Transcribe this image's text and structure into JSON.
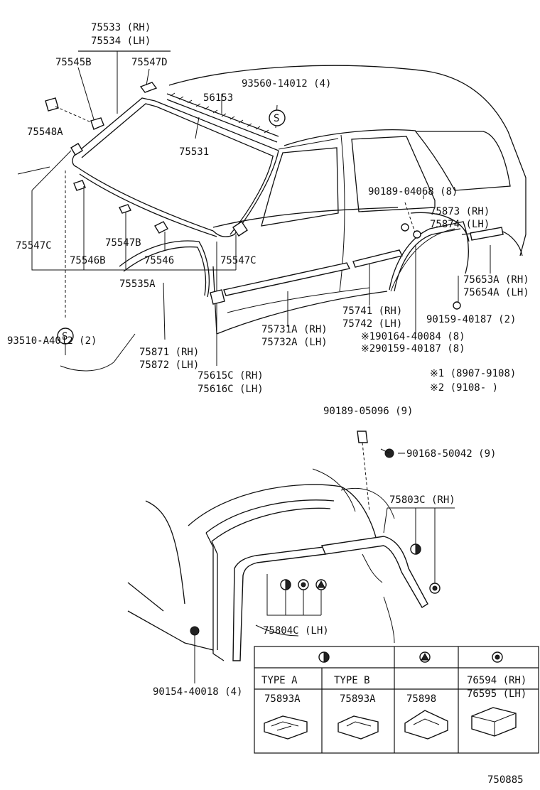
{
  "labels": {
    "p75533": "75533 (RH)",
    "p75534": "75534 (LH)",
    "p75545b": "75545B",
    "p75547d": "75547D",
    "p93560": "93560-14012 (4)",
    "p56153": "56153",
    "p75548a": "75548A",
    "p75531": "75531",
    "p90189_04068": "90189-04068 (8)",
    "p75873": "75873 (RH)",
    "p75874": "75874 (LH)",
    "p75547c_l": "75547C",
    "p75547b": "75547B",
    "p75546b": "75546B",
    "p75546": "75546",
    "p75547c_r": "75547C",
    "p75535a": "75535A",
    "p75653a": "75653A (RH)",
    "p75654a": "75654A (LH)",
    "p90159_40187": "90159-40187 (2)",
    "p75741": "75741 (RH)",
    "p75742": "75742 (LH)",
    "p75731a": "75731A (RH)",
    "p75732a": "75732A (LH)",
    "note1": "※190164-40084 (8)",
    "note2": "※290159-40187 (8)",
    "p93510": "93510-A4012 (2)",
    "p75871": "75871 (RH)",
    "p75872": "75872 (LH)",
    "p75615c": "75615C (RH)",
    "p75616c": "75616C (LH)",
    "date1": "※1 (8907-9108)",
    "date2": "※2 (9108-      )",
    "p90189_05096": "90189-05096 (9)",
    "p90168_50042": "90168-50042 (9)",
    "p75803c": "75803C (RH)",
    "p75804c": "75804C (LH)",
    "p90154_40018": "90154-40018 (4)",
    "screw_symbol": "S",
    "diagram_number": "750885"
  },
  "clip_table": {
    "type_a": "TYPE  A",
    "type_b": "TYPE  B",
    "col1_part": "75893A",
    "col2_part": "75893A",
    "col3_part": "75898",
    "col4_part_rh": "76594 (RH)",
    "col4_part_lh": "76595 (LH)"
  }
}
